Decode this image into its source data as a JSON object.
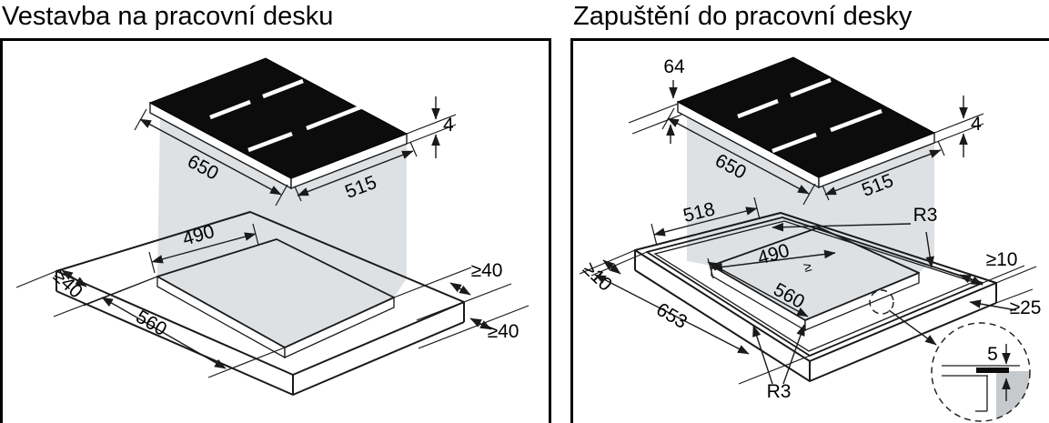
{
  "colors": {
    "background": "#ffffff",
    "line": "#1a1a1a",
    "column": "#dde1e4",
    "hob": "#0c0c0c",
    "detail_gray": "#c6cacd"
  },
  "left": {
    "title": "Vestavba na pracovní desku",
    "dim_hob_width": "650",
    "dim_hob_depth": "515",
    "dim_hob_thickness": "4",
    "dim_cutout_depth": "490",
    "dim_clearance_back_left": "≥40",
    "dim_cutout_width": "560",
    "dim_clearance_right_upper": "≥40",
    "dim_clearance_right_lower": "≥40"
  },
  "right": {
    "title": "Zapuštění do pracovní desky",
    "dim_hob_body_height": "64",
    "dim_hob_width": "650",
    "dim_hob_depth": "515",
    "dim_hob_thickness": "4",
    "dim_recess_depth": "518",
    "dim_corner_radius_top": "R3",
    "dim_cutout_depth": "490",
    "dim_cutout_tolerance": "≥",
    "dim_cutout_width": "560",
    "dim_clearance_left": "≥10",
    "dim_recess_width": "653",
    "dim_corner_radius_bottom": "R3",
    "dim_clearance_right": "≥10",
    "dim_worktop_thickness": "≥25",
    "dim_recess_step_depth": "5"
  }
}
